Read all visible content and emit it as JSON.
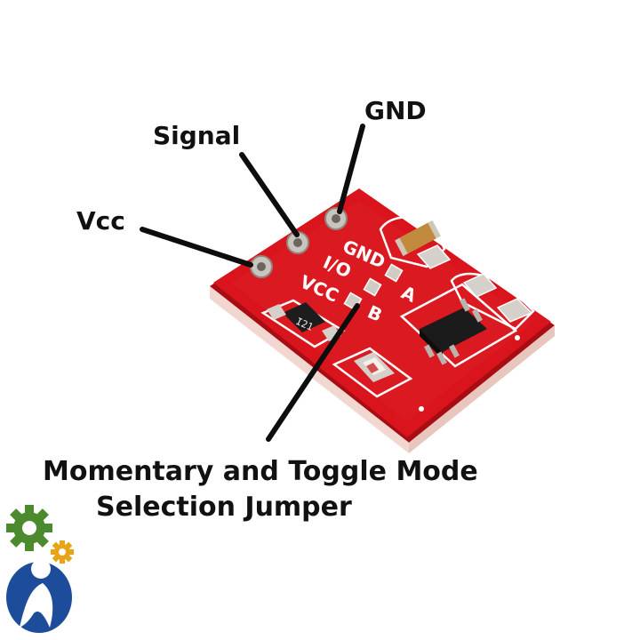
{
  "labels": {
    "vcc": "Vcc",
    "signal": "Signal",
    "gnd": "GND",
    "jumper_line1": "Momentary and Toggle Mode",
    "jumper_line2": "Selection Jumper"
  },
  "board_silkscreen": {
    "gnd": "GND",
    "io": "I/O",
    "vcc": "VCC",
    "pad_a": "A",
    "pad_b": "B",
    "chip_marking": "I21"
  },
  "colors": {
    "pcb_red": "#d9141c",
    "pcb_edge": "#b50f16",
    "text_dark": "#111111",
    "logo_green": "#4b8a2d",
    "logo_gold": "#e7a416",
    "logo_blue": "#1d4c9a"
  },
  "icons": [
    "gear-icon",
    "person-logo-icon"
  ]
}
